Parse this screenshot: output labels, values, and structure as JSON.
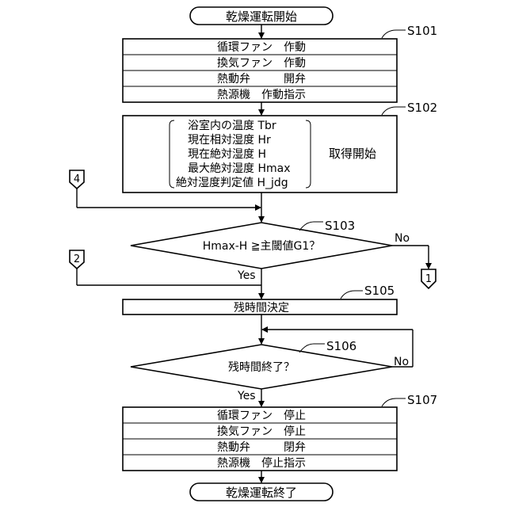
{
  "start": "乾燥運転開始",
  "end": "乾燥運転終了",
  "s101": {
    "label": "S101",
    "rows": [
      "循環ファン　作動",
      "換気ファン　作動",
      "熱動弁　　　開弁",
      "熱源機　作動指示"
    ]
  },
  "s102": {
    "label": "S102",
    "items": [
      "浴室内の温度 Tbr",
      "現在相対湿度 Hr",
      "現在絶対湿度 H",
      "最大絶対湿度 Hmax",
      "絶対湿度判定値 H_jdg"
    ],
    "action": "取得開始"
  },
  "s103": {
    "label": "S103",
    "condition": "Hmax-H ≧主閾値G1？",
    "no": "No",
    "yes": "Yes"
  },
  "s105": {
    "label": "S105",
    "text": "残時間決定"
  },
  "s106": {
    "label": "S106",
    "condition": "残時間終了？",
    "no": "No",
    "yes": "Yes"
  },
  "s107": {
    "label": "S107",
    "rows": [
      "循環ファン　停止",
      "換気ファン　停止",
      "熱動弁　　　閉弁",
      "熱源機　停止指示"
    ]
  },
  "connectors": {
    "c4": "4",
    "c2": "2",
    "c1": "1"
  }
}
